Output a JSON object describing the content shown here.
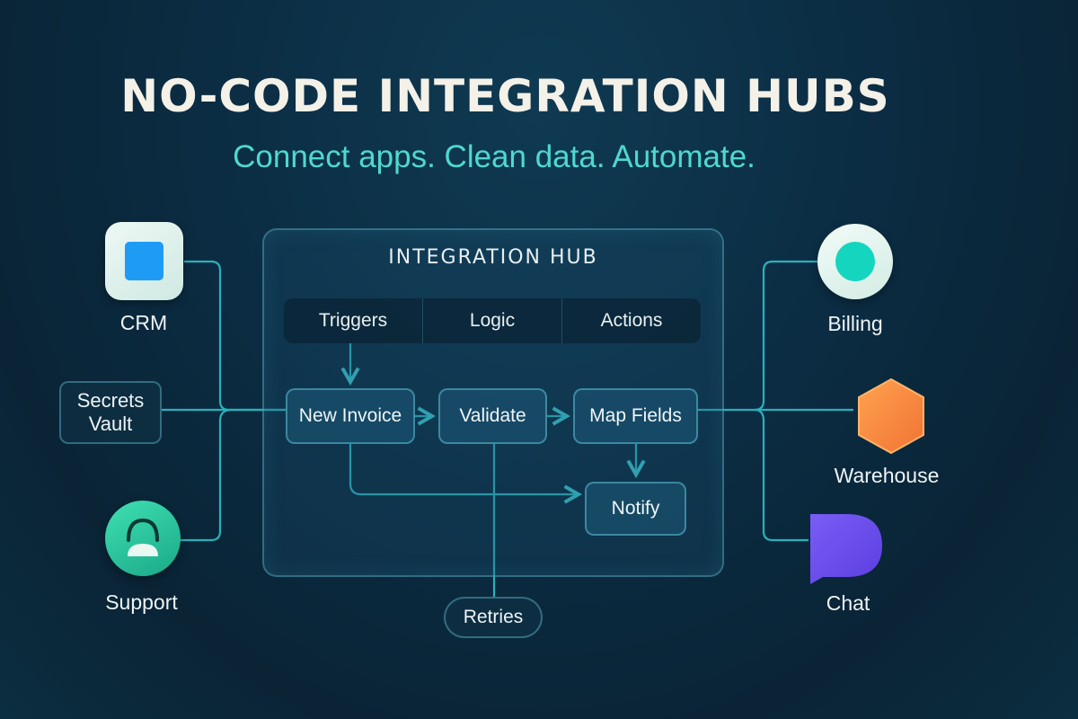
{
  "header": {
    "title": "NO-CODE INTEGRATION HUBS",
    "subtitle": "Connect apps. Clean data. Automate."
  },
  "hub": {
    "title": "INTEGRATION HUB",
    "tabs": [
      "Triggers",
      "Logic",
      "Actions"
    ],
    "nodes": {
      "new_invoice": "New Invoice",
      "validate": "Validate",
      "map_fields": "Map Fields",
      "notify": "Notify"
    }
  },
  "sources": {
    "crm": "CRM",
    "secrets_vault": "Secrets\nVault",
    "support": "Support"
  },
  "destinations": {
    "billing": "Billing",
    "warehouse": "Warehouse",
    "chat": "Chat"
  },
  "extras": {
    "retries": "Retries"
  },
  "colors": {
    "wire": "#2fbfc9",
    "crm_square": "#1e9cf5",
    "support_green": "#27c79a",
    "billing_teal": "#14d6bf",
    "warehouse_orange": "#f58a3c",
    "chat_purple": "#6a4cf0"
  },
  "icons": {
    "crm": "blue-square-app-icon",
    "support": "headset-person-icon",
    "billing": "teal-circle-icon",
    "warehouse": "orange-hexagon-icon",
    "chat": "chat-bubble-icon"
  }
}
